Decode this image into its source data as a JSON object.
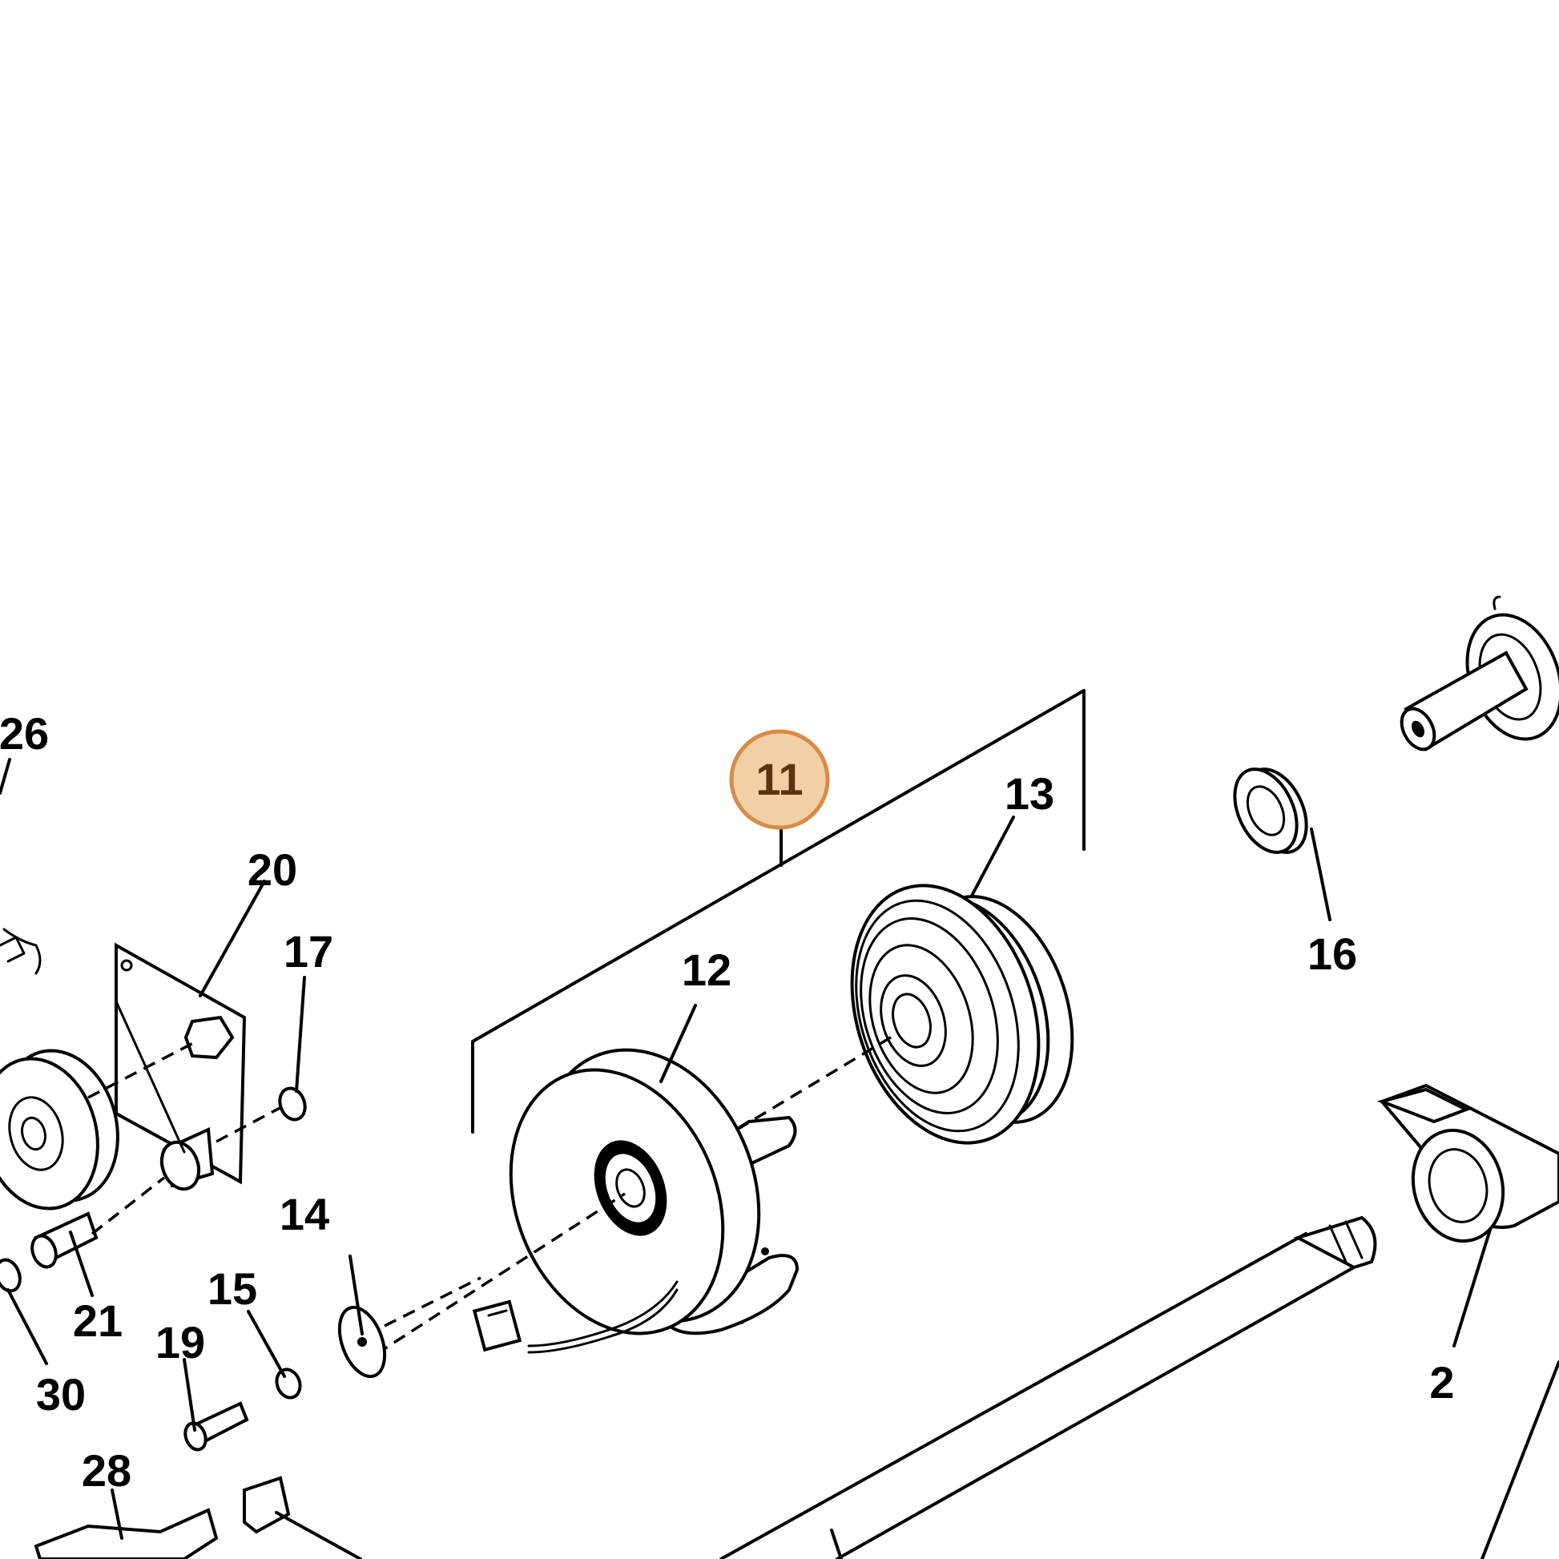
{
  "diagram": {
    "highlighted_callout": "11",
    "highlight_color": "#f3cfa6",
    "highlight_border_color": "#d98b45",
    "callouts": [
      {
        "id": "11",
        "label": "11"
      },
      {
        "id": "12",
        "label": "12"
      },
      {
        "id": "13",
        "label": "13"
      },
      {
        "id": "16",
        "label": "16"
      },
      {
        "id": "2",
        "label": "2"
      },
      {
        "id": "14",
        "label": "14"
      },
      {
        "id": "15",
        "label": "15"
      },
      {
        "id": "17",
        "label": "17"
      },
      {
        "id": "19",
        "label": "19"
      },
      {
        "id": "20",
        "label": "20"
      },
      {
        "id": "21",
        "label": "21"
      },
      {
        "id": "26",
        "label": "26"
      },
      {
        "id": "28",
        "label": "28"
      },
      {
        "id": "30",
        "label": "30"
      }
    ]
  }
}
